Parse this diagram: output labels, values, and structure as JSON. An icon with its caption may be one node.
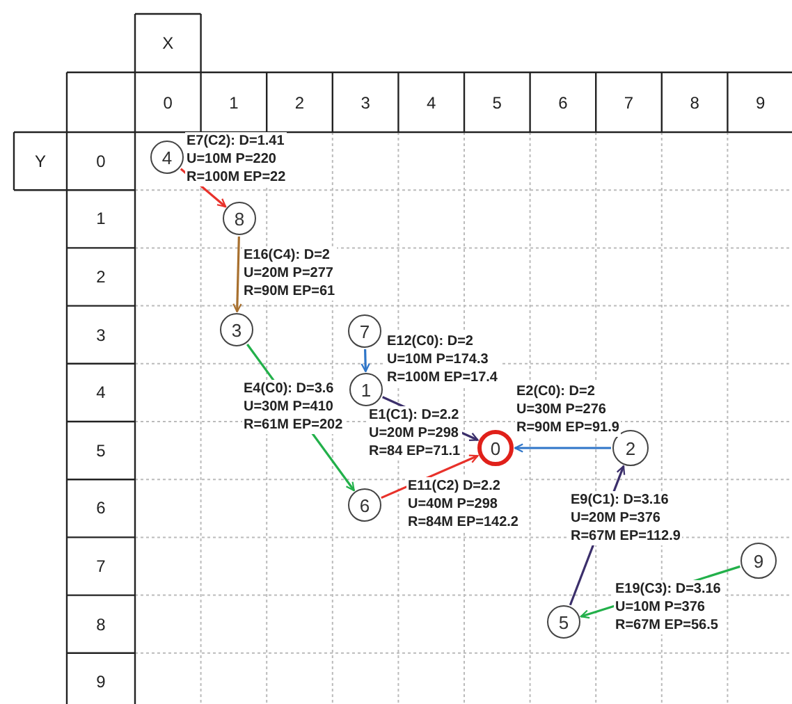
{
  "diagram": {
    "nodes": [
      {
        "text": [
          "4"
        ]
      },
      {
        "text": [
          "8"
        ]
      },
      {
        "text": [
          "3"
        ]
      },
      {
        "text": [
          "7"
        ]
      },
      {
        "text": [
          "1"
        ]
      },
      {
        "text": [
          "0"
        ]
      },
      {
        "text": [
          "2"
        ]
      },
      {
        "text": [
          "6"
        ]
      },
      {
        "text": [
          "9"
        ]
      },
      {
        "text": [
          "5"
        ]
      }
    ],
    "edges": [
      {
        "from": 0,
        "to": 1,
        "arrow": "to",
        "color": "#e8312a",
        "label": "E7(C2): D=1.41 U=10M P=220 R=100M EP=22"
      },
      {
        "from": 1,
        "to": 2,
        "arrow": "to",
        "color": "#a8702e",
        "label": "E16(C4): D=2 U=20M P=277 R=90M EP=61"
      },
      {
        "from": 2,
        "to": 7,
        "arrow": "to",
        "color": "#22b04a",
        "label": "E4(C0): D=3.6 U=30M P=410 R=61M EP=202"
      },
      {
        "from": 3,
        "to": 4,
        "arrow": "to",
        "color": "#2e75c8",
        "label": "E12(C0): D=2 U=10M P=174.3 R=100M EP=17.4"
      },
      {
        "from": 4,
        "to": 5,
        "arrow": "to",
        "color": "#3b2f6b",
        "label": "E1(C1): D=2.2 U=20M P=298 R=84 EP=71.1"
      },
      {
        "from": 6,
        "to": 5,
        "arrow": "to",
        "color": "#2e75c8",
        "label": "E2(C0): D=2 U=30M P=276 R=90M EP=91.9"
      },
      {
        "from": 7,
        "to": 5,
        "arrow": "to",
        "color": "#e8312a",
        "label": "E11(C2) D=2.2 U=40M P=298 R=84M EP=142.2"
      },
      {
        "from": 9,
        "to": 6,
        "arrow": "to",
        "color": "#3b2f6b",
        "label": "E9(C1): D=3.16 U=20M P=376 R=67M EP=112.9"
      },
      {
        "from": 8,
        "to": 9,
        "arrow": "to",
        "color": "#22b04a",
        "label": "E19(C3): D=3.16 U=10M P=376 R=67M EP=56.5"
      }
    ],
    "labels": [
      "X",
      "0",
      "1",
      "2",
      "3",
      "4",
      "5",
      "6",
      "7",
      "8",
      "9",
      "Y",
      "0",
      "1",
      "2",
      "3",
      "4",
      "5",
      "6",
      "7",
      "8",
      "9"
    ]
  }
}
